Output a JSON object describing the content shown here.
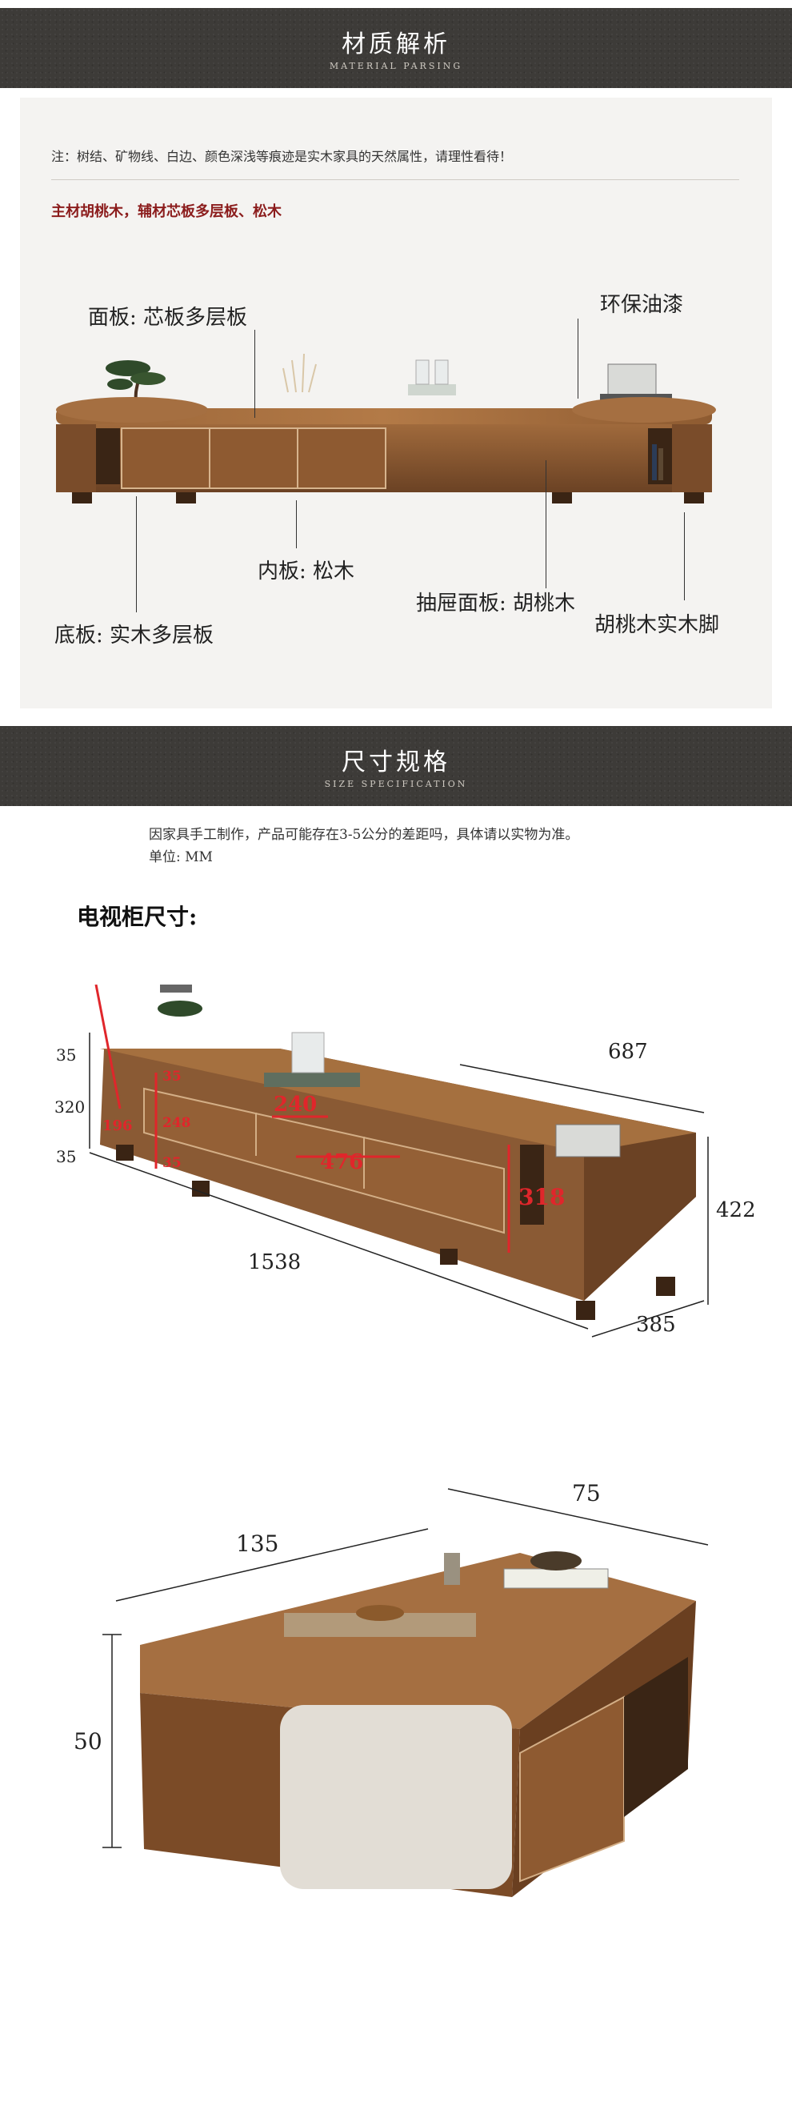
{
  "section1": {
    "title": "材质解析",
    "subtitle": "MATERIAL PARSING",
    "note": "注：树结、矿物线、白边、颜色深浅等痕迹是实木家具的天然属性，请理性看待！",
    "materials": "主材胡桃木，辅材芯板多层板、松木",
    "labels": {
      "panel": "面板: 芯板多层板",
      "paint": "环保油漆",
      "inner": "内板: 松木",
      "drawer": "抽屉面板: 胡桃木",
      "bottom": "底板: 实木多层板",
      "legs": "胡桃木实木脚"
    }
  },
  "section2": {
    "title": "尺寸规格",
    "subtitle": "SIZE SPECIFICATION",
    "info_line1": "因家具手工制作，产品可能存在3-5公分的差距吗，具体请以实物为准。",
    "info_line2": "单位:  MM",
    "tv_heading": "电视柜尺寸:",
    "tv_dims": {
      "d35a": "35",
      "d320": "320",
      "d35b": "35",
      "d196": "196",
      "d35c": "35",
      "d248": "248",
      "d35d": "35",
      "d240": "240",
      "d476": "476",
      "d318": "318",
      "d687": "687",
      "d422": "422",
      "d1538": "1538",
      "d385": "385"
    },
    "table_dims": {
      "d135": "135",
      "d75": "75",
      "d50": "50"
    }
  },
  "colors": {
    "band": "#3d3b38",
    "wood": "#8a5a34",
    "wood_dark": "#5e3a1f",
    "red": "#e0262b",
    "accent_text": "#8b1c1c"
  }
}
